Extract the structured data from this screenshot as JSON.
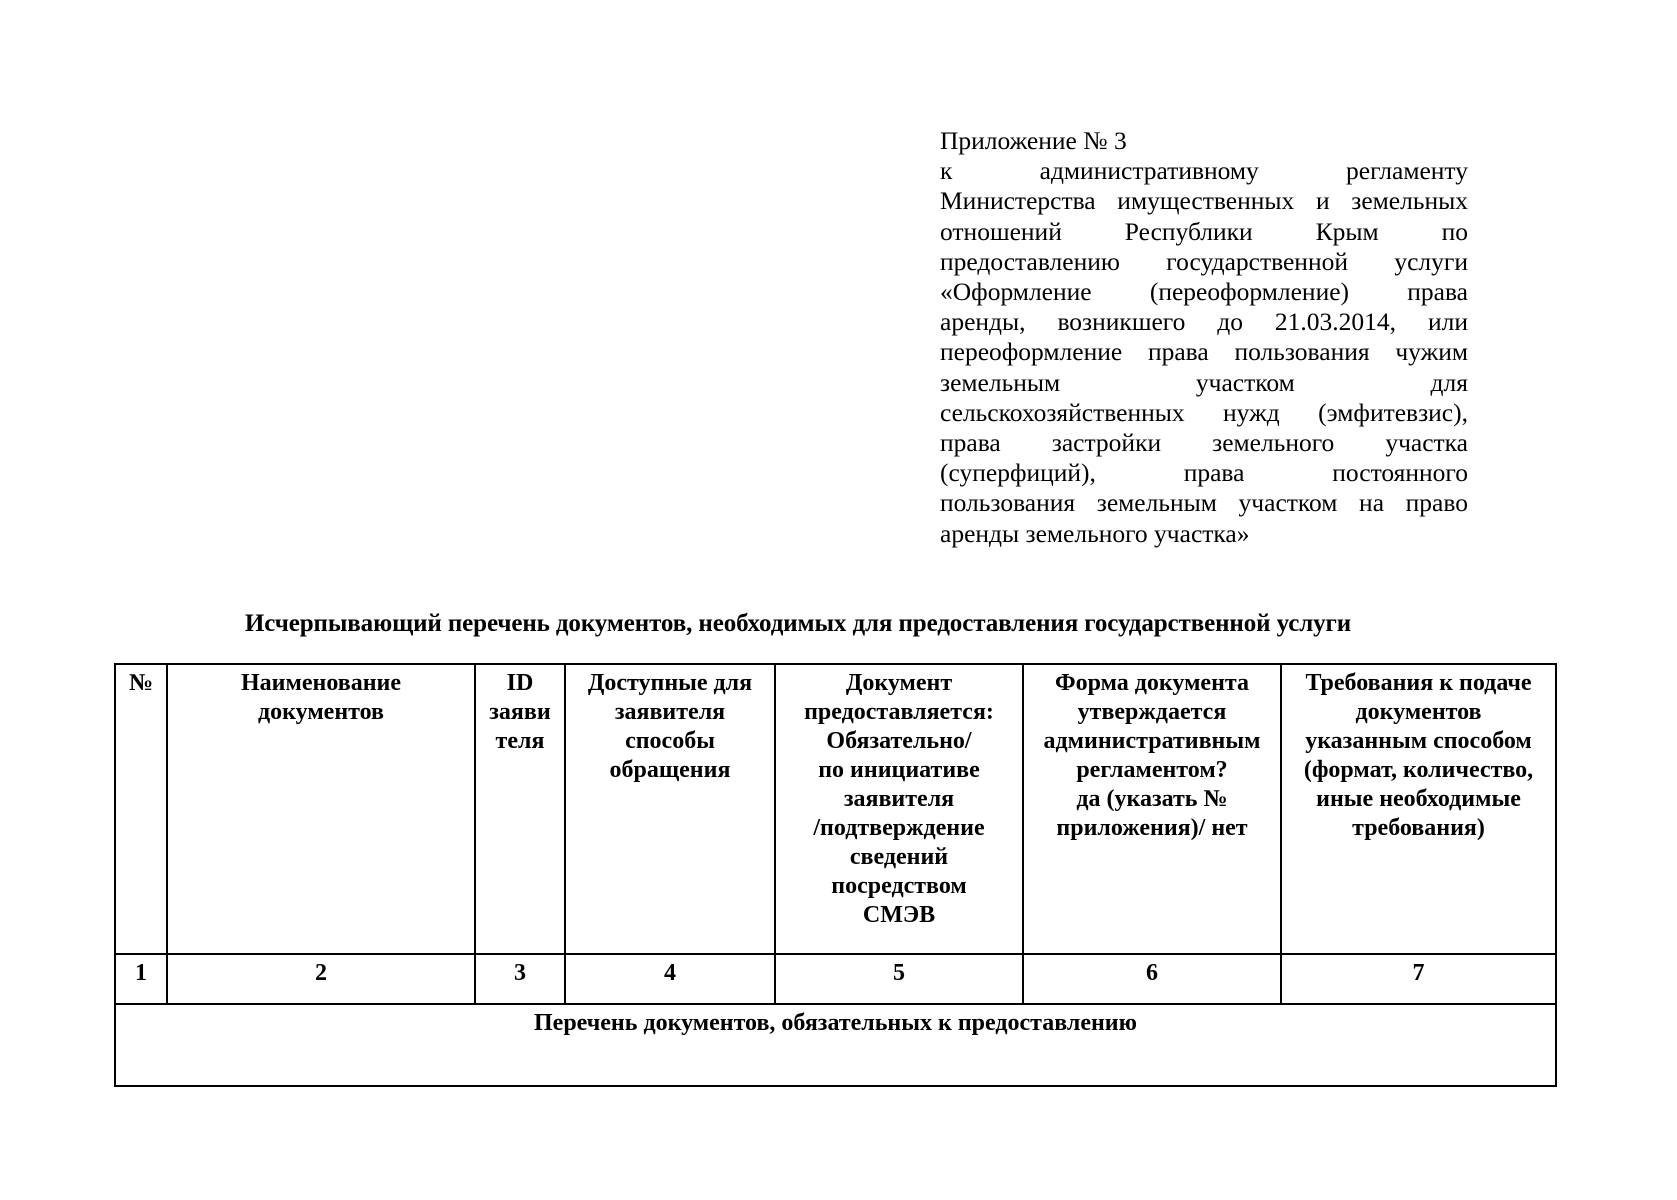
{
  "document": {
    "header": {
      "lines": [
        "Приложение № 3",
        "к административному регламенту",
        "Министерства имущественных и земельных",
        "отношений Республики Крым по",
        "предоставлению государственной услуги",
        "«Оформление (переоформление) права",
        "аренды, возникшего до 21.03.2014, или",
        "переоформление права пользования чужим",
        "земельным участком для",
        "сельскохозяйственных нужд (эмфитевзис),",
        "права застройки земельного участка",
        "(суперфиций), права постоянного",
        "пользования земельным участком на право",
        "аренды земельного участка»"
      ]
    },
    "title": "Исчерпывающий перечень документов, необходимых для предоставления государственной услуги",
    "table": {
      "headers": [
        "№",
        "Наименование документов",
        "ID заяви теля",
        "Доступные для заявителя способы обращения",
        "Документ предоставляется: Обязательно/ по инициативе заявителя /подтверждение сведений посредством СМЭВ",
        "Форма документа утверждается административным регламентом? да (указать № приложения)/ нет",
        "Требования к подаче документов указанным способом (формат, количество, иные необходимые требования)"
      ],
      "header_lines": {
        "col1": [
          "№"
        ],
        "col2": [
          "Наименование",
          "документов"
        ],
        "col3": [
          "ID",
          "заяви",
          "теля"
        ],
        "col4": [
          "Доступные для",
          "заявителя",
          "способы",
          "обращения"
        ],
        "col5": [
          "Документ",
          "предоставляется:",
          "Обязательно/",
          "по инициативе",
          "заявителя",
          "/подтверждение",
          "сведений",
          "посредством",
          "СМЭВ"
        ],
        "col6": [
          "Форма документа",
          "утверждается",
          "административным",
          "регламентом?",
          "да (указать №",
          "приложения)/ нет"
        ],
        "col7": [
          "Требования к подаче",
          "документов",
          "указанным способом",
          "(формат, количество,",
          "иные необходимые",
          "требования)"
        ]
      },
      "number_row": [
        "1",
        "2",
        "3",
        "4",
        "5",
        "6",
        "7"
      ],
      "section_row": "Перечень документов, обязательных к предоставлению"
    }
  }
}
